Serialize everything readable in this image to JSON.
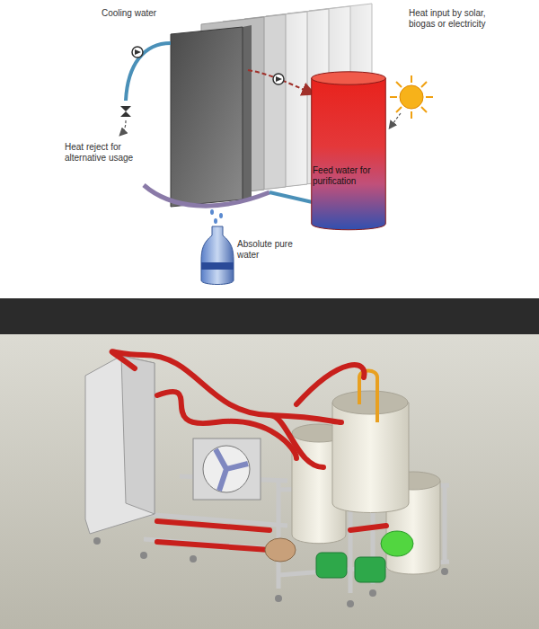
{
  "diagram": {
    "nodes": [
      {
        "text": [
          "Feed water for purification"
        ]
      }
    ],
    "labels": [
      "Cooling water",
      "Heat input by solar, biogas or electricity",
      "Heat reject for alternative usage",
      "Absolute pure water"
    ]
  }
}
